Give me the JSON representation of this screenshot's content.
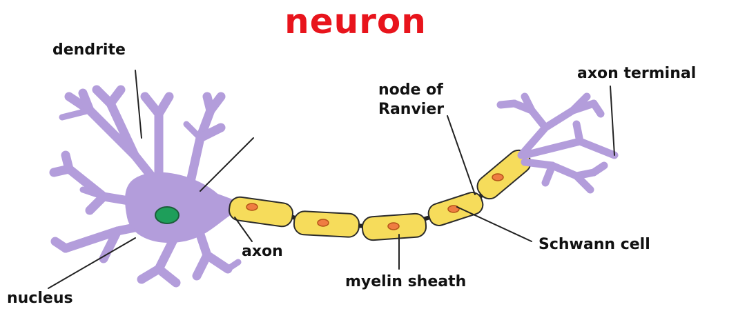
{
  "title": "neuron",
  "labels": {
    "dendrite": "dendrite",
    "nucleus": "nucleus",
    "axon": "axon",
    "myelin_sheath": "myelin sheath",
    "node_of_ranvier_line1": "node of",
    "node_of_ranvier_line2": "Ranvier",
    "schwann_cell": "Schwann cell",
    "axon_terminal": "axon terminal"
  },
  "colors": {
    "title": "#e8141c",
    "cell_body": "#b39ddb",
    "nucleus": "#1e9e5a",
    "myelin": "#f6dc5b",
    "myelin_nucleus": "#ef7d42",
    "outline": "#222222"
  }
}
